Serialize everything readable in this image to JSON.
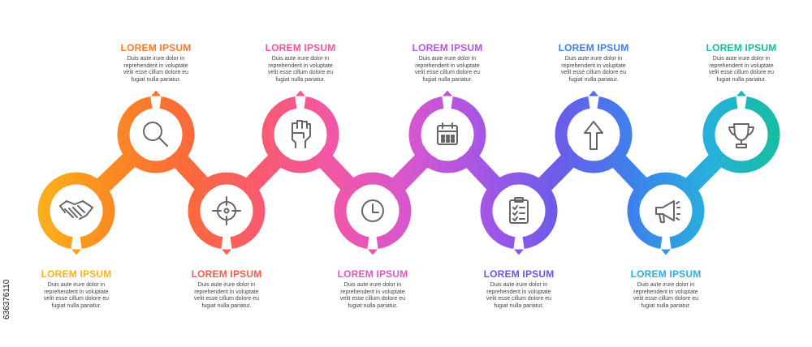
{
  "accent_colors": [
    "#fbb21c",
    "#fb7a2b",
    "#fb5f56",
    "#fb5a82",
    "#ee58b6",
    "#c254dc",
    "#8e58ec",
    "#5b63ec",
    "#2f8fee",
    "#27c0d4",
    "#17bfa5"
  ],
  "side_id": "636376110",
  "steps": [
    {
      "title": "LOREM IPSUM",
      "text": "Duis aute irure dolor in reprehenderit in voluptate velit esse cillum dolore eu fugiat nulla pariatur.",
      "icon": "handshake-icon",
      "color": "#fbb21c"
    },
    {
      "title": "LOREM IPSUM",
      "text": "Duis aute irure dolor in reprehenderit in voluptate velit esse cillum dolore eu fugiat nulla pariatur.",
      "icon": "magnifier-icon",
      "color": "#fb7a2b"
    },
    {
      "title": "LOREM IPSUM",
      "text": "Duis aute irure dolor in reprehenderit in voluptate velit esse cillum dolore eu fugiat nulla pariatur.",
      "icon": "target-icon",
      "color": "#f85a4c"
    },
    {
      "title": "LOREM IPSUM",
      "text": "Duis aute irure dolor in reprehenderit in voluptate velit esse cillum dolore eu fugiat nulla pariatur.",
      "icon": "fist-icon",
      "color": "#f2559e"
    },
    {
      "title": "LOREM IPSUM",
      "text": "Duis aute irure dolor in reprehenderit in voluptate velit esse cillum dolore eu fugiat nulla pariatur.",
      "icon": "clock-icon",
      "color": "#e057c6"
    },
    {
      "title": "LOREM IPSUM",
      "text": "Duis aute irure dolor in reprehenderit in voluptate velit esse cillum dolore eu fugiat nulla pariatur.",
      "icon": "calendar-icon",
      "color": "#b456de"
    },
    {
      "title": "LOREM IPSUM",
      "text": "Duis aute irure dolor in reprehenderit in voluptate velit esse cillum dolore eu fugiat nulla pariatur.",
      "icon": "clipboard-icon",
      "color": "#6459e6"
    },
    {
      "title": "LOREM IPSUM",
      "text": "Duis aute irure dolor in reprehenderit in voluptate velit esse cillum dolore eu fugiat nulla pariatur.",
      "icon": "arrow-up-icon",
      "color": "#3f7fe8"
    },
    {
      "title": "LOREM IPSUM",
      "text": "Duis aute irure dolor in reprehenderit in voluptate velit esse cillum dolore eu fugiat nulla pariatur.",
      "icon": "megaphone-icon",
      "color": "#2aaee2"
    },
    {
      "title": "LOREM IPSUM",
      "text": "Duis aute irure dolor in reprehenderit in voluptate velit esse cillum dolore eu fugiat nulla pariatur.",
      "icon": "trophy-icon",
      "color": "#14bd9c"
    }
  ]
}
